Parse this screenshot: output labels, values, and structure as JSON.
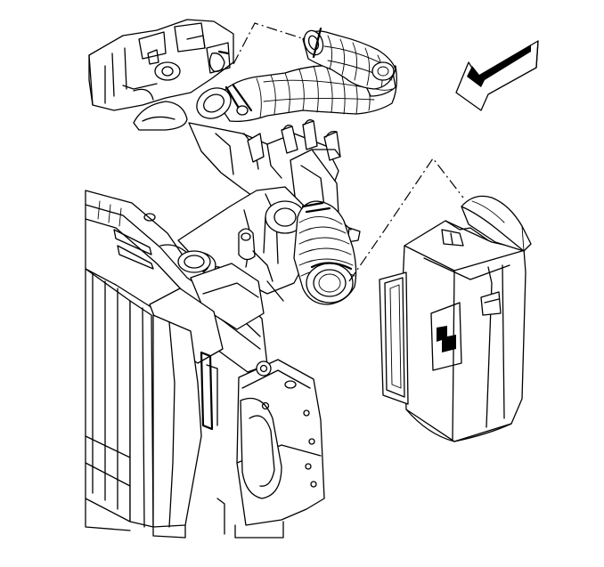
{
  "figure": {
    "components": [
      "air-intake-duct",
      "throttle-body-inlet-duct",
      "air-cleaner-outlet-duct",
      "air-cleaner-housing",
      "radiator-support",
      "engine-assembly"
    ],
    "direction_arrow": "front-of-vehicle-arrow"
  }
}
